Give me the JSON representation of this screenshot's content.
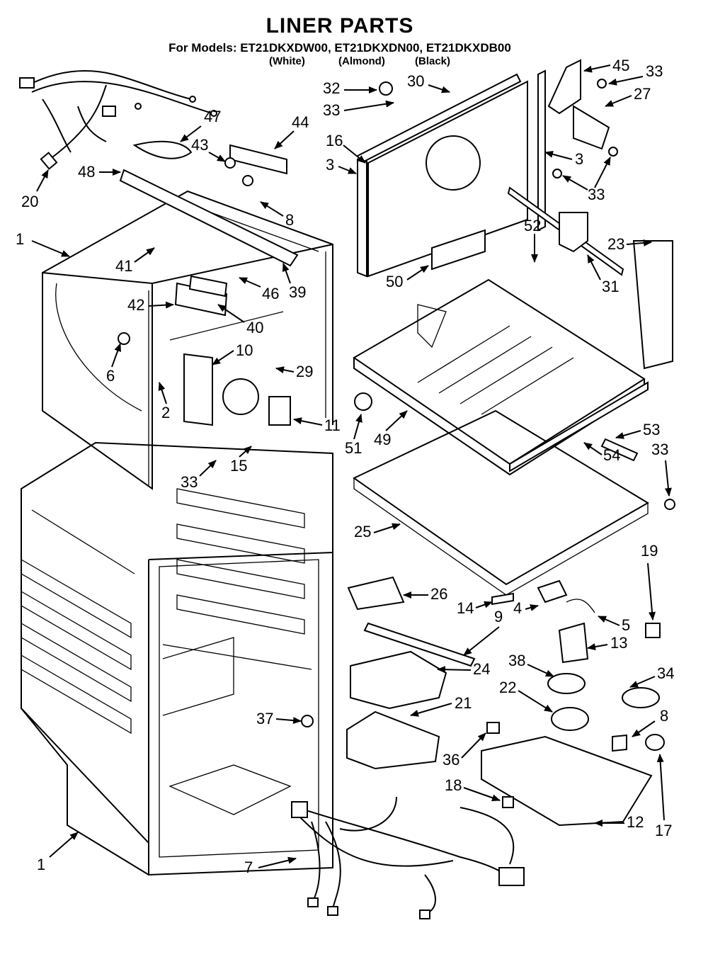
{
  "title": "LINER PARTS",
  "models_line": "For Models: ET21DKXDW00, ET21DKXDN00, ET21DKXDB00",
  "colors": [
    "(White)",
    "(Almond)",
    "(Black)"
  ],
  "callouts": [
    {
      "id": "c1a",
      "label": "1"
    },
    {
      "id": "c1b",
      "label": "1"
    },
    {
      "id": "c2",
      "label": "2"
    },
    {
      "id": "c3a",
      "label": "3"
    },
    {
      "id": "c3b",
      "label": "3"
    },
    {
      "id": "c4",
      "label": "4"
    },
    {
      "id": "c5",
      "label": "5"
    },
    {
      "id": "c6",
      "label": "6"
    },
    {
      "id": "c7",
      "label": "7"
    },
    {
      "id": "c8a",
      "label": "8"
    },
    {
      "id": "c8b",
      "label": "8"
    },
    {
      "id": "c9",
      "label": "9"
    },
    {
      "id": "c10",
      "label": "10"
    },
    {
      "id": "c11",
      "label": "11"
    },
    {
      "id": "c12",
      "label": "12"
    },
    {
      "id": "c13",
      "label": "13"
    },
    {
      "id": "c14",
      "label": "14"
    },
    {
      "id": "c15",
      "label": "15"
    },
    {
      "id": "c16",
      "label": "16"
    },
    {
      "id": "c17",
      "label": "17"
    },
    {
      "id": "c18",
      "label": "18"
    },
    {
      "id": "c19",
      "label": "19"
    },
    {
      "id": "c20",
      "label": "20"
    },
    {
      "id": "c21",
      "label": "21"
    },
    {
      "id": "c22",
      "label": "22"
    },
    {
      "id": "c23",
      "label": "23"
    },
    {
      "id": "c24",
      "label": "24"
    },
    {
      "id": "c25",
      "label": "25"
    },
    {
      "id": "c26",
      "label": "26"
    },
    {
      "id": "c27",
      "label": "27"
    },
    {
      "id": "c29",
      "label": "29"
    },
    {
      "id": "c30",
      "label": "30"
    },
    {
      "id": "c31",
      "label": "31"
    },
    {
      "id": "c32",
      "label": "32"
    },
    {
      "id": "c33a",
      "label": "33"
    },
    {
      "id": "c33b",
      "label": "33"
    },
    {
      "id": "c33c",
      "label": "33"
    },
    {
      "id": "c33d",
      "label": "33"
    },
    {
      "id": "c33e",
      "label": "33"
    },
    {
      "id": "c34",
      "label": "34"
    },
    {
      "id": "c36",
      "label": "36"
    },
    {
      "id": "c37",
      "label": "37"
    },
    {
      "id": "c38",
      "label": "38"
    },
    {
      "id": "c39",
      "label": "39"
    },
    {
      "id": "c40",
      "label": "40"
    },
    {
      "id": "c41",
      "label": "41"
    },
    {
      "id": "c42",
      "label": "42"
    },
    {
      "id": "c43",
      "label": "43"
    },
    {
      "id": "c44",
      "label": "44"
    },
    {
      "id": "c45",
      "label": "45"
    },
    {
      "id": "c46",
      "label": "46"
    },
    {
      "id": "c47",
      "label": "47"
    },
    {
      "id": "c48",
      "label": "48"
    },
    {
      "id": "c49",
      "label": "49"
    },
    {
      "id": "c50",
      "label": "50"
    },
    {
      "id": "c51",
      "label": "51"
    },
    {
      "id": "c52",
      "label": "52"
    },
    {
      "id": "c53",
      "label": "53"
    },
    {
      "id": "c54",
      "label": "54"
    }
  ]
}
